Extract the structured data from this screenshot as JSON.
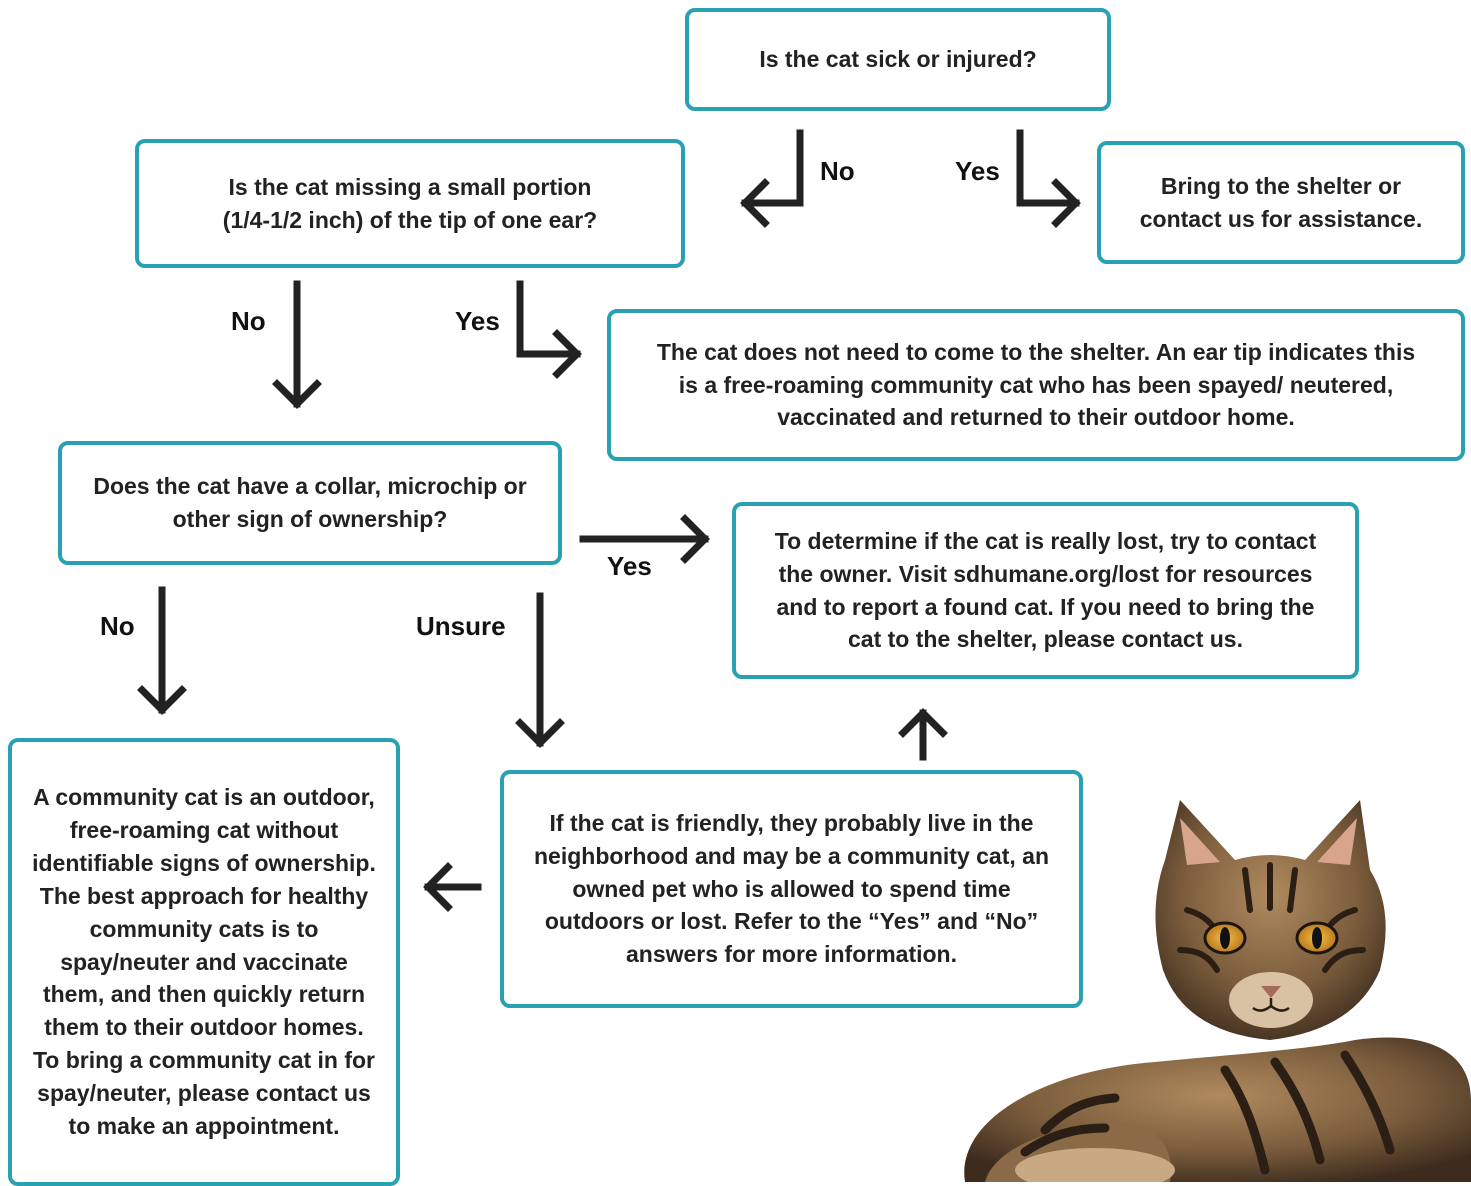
{
  "nodes": {
    "q_sick": "Is the cat sick or injured?",
    "shelter": "Bring to the shelter or contact us for assistance.",
    "q_ear": "Is the cat missing a small portion (1/4-1/2 inch) of the tip of one ear?",
    "ear_tip": "The cat does not need to come to the shelter. An ear tip indicates this is a free-roaming community cat who has been spayed/ neutered, vaccinated and returned to their outdoor home.",
    "q_owner": "Does the cat have a collar, microchip or other sign of ownership?",
    "lost_before": "To determine if the cat is really lost, try to contact the owner. Visit ",
    "lost_link": "sdhumane.org/lost",
    "lost_after": " for resources and to report a found cat. If you need to bring the cat to the shelter, please contact us.",
    "community": "A community cat is an outdoor, free-roaming cat without identifiable signs of ownership. The best approach for healthy community cats is to spay/neuter and vaccinate them, and then quickly return them to their outdoor homes. To bring a community cat in for spay/neuter, please contact us to make an appointment.",
    "friendly": "If the cat is friendly, they probably live in the neighborhood and may be a community cat, an owned pet who is allowed to spend time outdoors or lost. Refer to the “Yes” and “No” answers for more information."
  },
  "labels": {
    "sick_no": "No",
    "sick_yes": "Yes",
    "ear_no": "No",
    "ear_yes": "Yes",
    "owner_yes": "Yes",
    "owner_no": "No",
    "owner_unsure": "Unsure"
  },
  "colors": {
    "box_border": "#2aa1b3",
    "arrow": "#222222",
    "text": "#222222"
  }
}
